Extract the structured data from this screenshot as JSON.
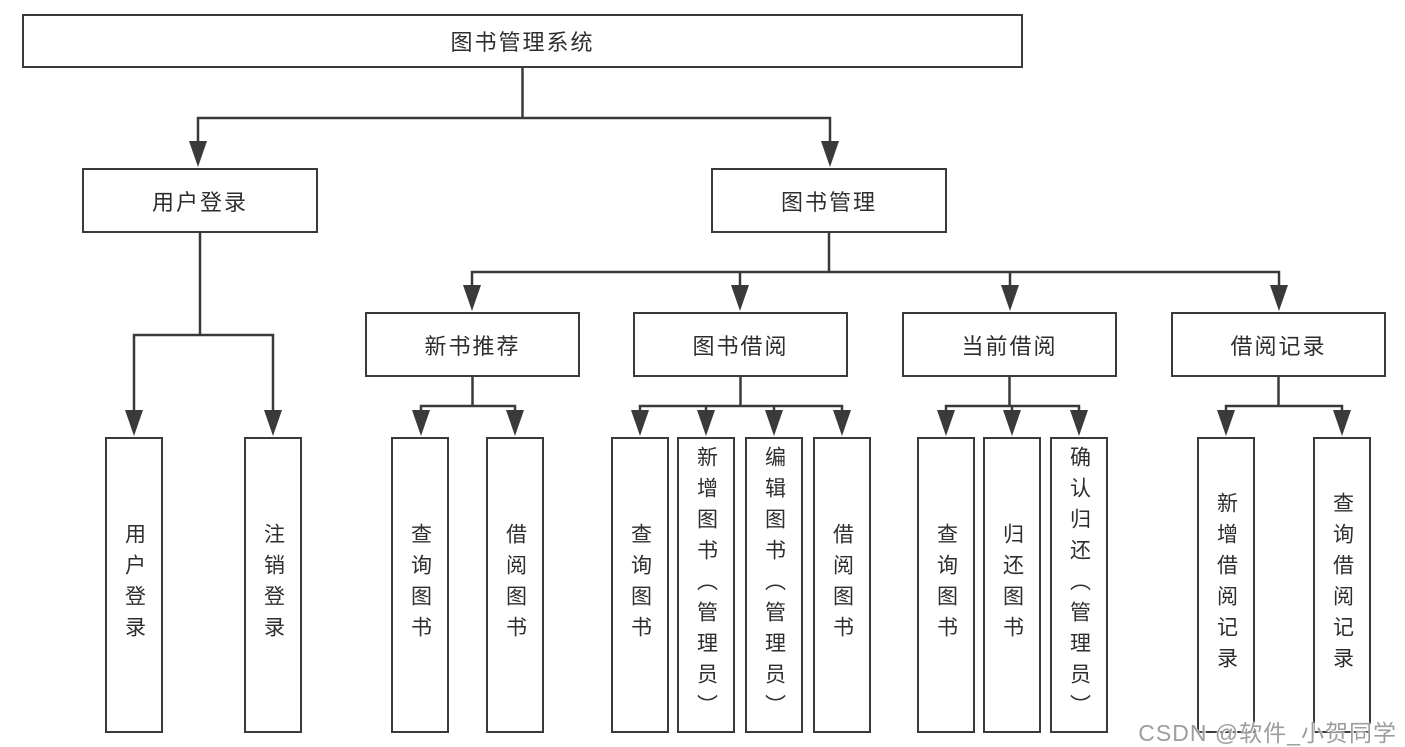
{
  "tree": {
    "label": "图书管理系统",
    "children": [
      {
        "label": "用户登录",
        "children": [
          {
            "label": "用户登录"
          },
          {
            "label": "注销登录"
          }
        ]
      },
      {
        "label": "图书管理",
        "children": [
          {
            "label": "新书推荐",
            "children": [
              {
                "label": "查询图书"
              },
              {
                "label": "借阅图书"
              }
            ]
          },
          {
            "label": "图书借阅",
            "children": [
              {
                "label": "查询图书"
              },
              {
                "label": "新增图书（管理员）"
              },
              {
                "label": "编辑图书（管理员）"
              },
              {
                "label": "借阅图书"
              }
            ]
          },
          {
            "label": "当前借阅",
            "children": [
              {
                "label": "查询图书"
              },
              {
                "label": "归还图书"
              },
              {
                "label": "确认归还（管理员）"
              }
            ]
          },
          {
            "label": "借阅记录",
            "children": [
              {
                "label": "新增借阅记录"
              },
              {
                "label": "查询借阅记录"
              }
            ]
          }
        ]
      }
    ]
  },
  "watermark": "CSDN @软件_小贺同学",
  "colors": {
    "line": "#3a3a3a",
    "box_border": "#3a3a3a",
    "box_fill": "#ffffff",
    "text": "#2e2e2e",
    "watermark": "#9d9d9d",
    "background": "#ffffff"
  }
}
